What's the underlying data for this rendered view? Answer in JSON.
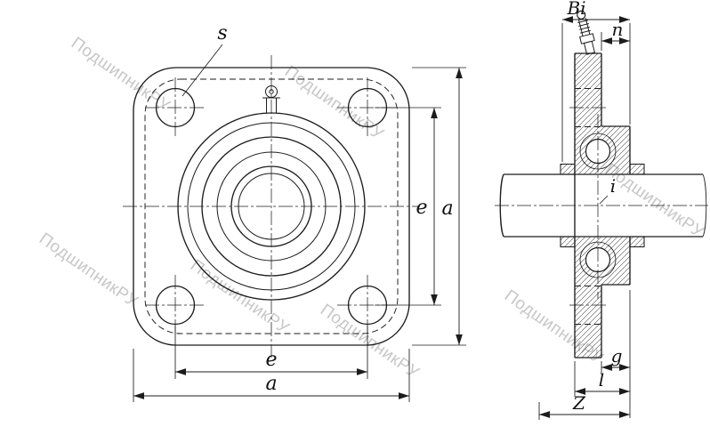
{
  "watermark": {
    "text": "ПодшипникРУ"
  },
  "front_view": {
    "label_s": "s",
    "label_e_right": "e",
    "label_a_right": "a",
    "label_e_bottom": "e",
    "label_a_bottom": "a"
  },
  "side_view": {
    "label_Bi": "Bi",
    "label_n": "n",
    "label_i": "i",
    "label_g": "g",
    "label_l": "l",
    "label_Z": "Z"
  }
}
